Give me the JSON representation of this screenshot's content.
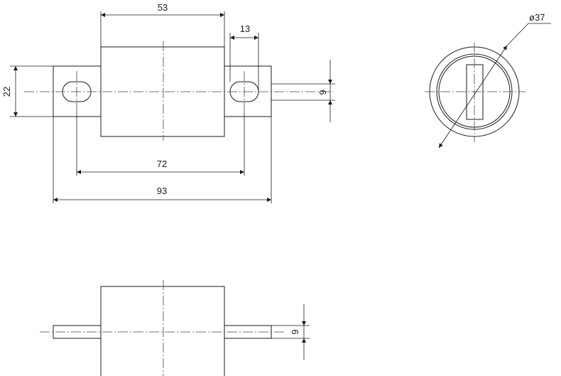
{
  "dimensions": {
    "body_length": "53",
    "slot_offset": "13",
    "tab_height": "22",
    "tab_thickness_top": "6",
    "slot_pitch": "72",
    "overall_length": "93",
    "diameter": "ø37",
    "tab_thickness_bottom": "6"
  }
}
